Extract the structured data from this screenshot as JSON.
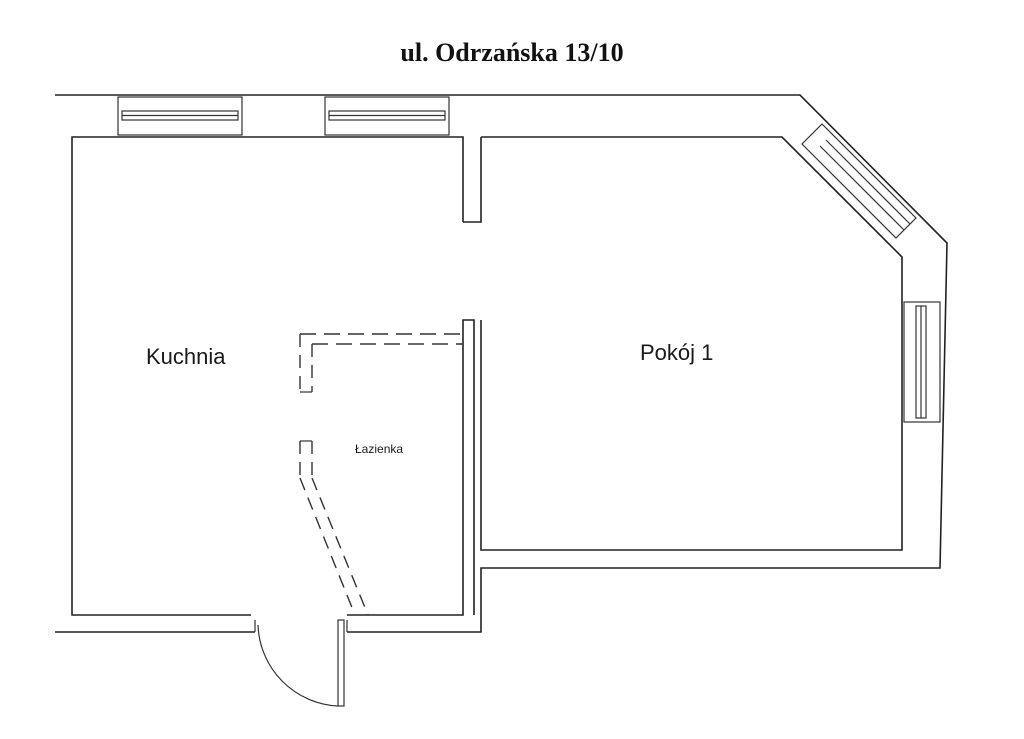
{
  "title": "ul. Odrzańska 13/10",
  "rooms": {
    "kitchen": "Kuchnia",
    "room1": "Pokój 1",
    "bathroom": "Łazienka"
  },
  "colors": {
    "line": "#222222",
    "background": "#ffffff"
  }
}
